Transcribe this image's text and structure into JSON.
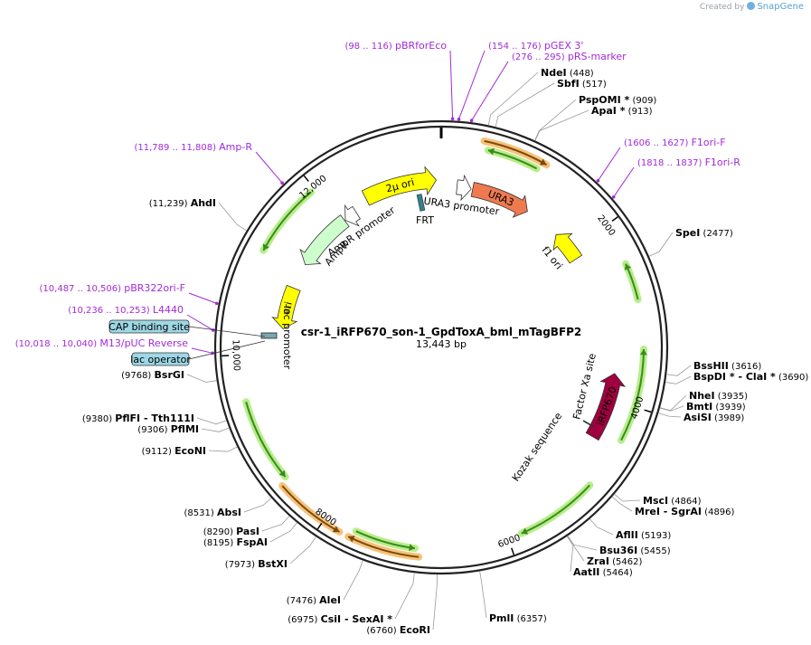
{
  "credit": {
    "prefix": "Created by",
    "brand": "SnapGene"
  },
  "plasmid": {
    "name": "csr-1_iRFP670_son-1_GpdToxA_bml_mTagBFP2",
    "length_text": "13,443 bp",
    "length": 13443
  },
  "ticks": [
    {
      "bp": 2000,
      "label": "2000"
    },
    {
      "bp": 4000,
      "label": "4000"
    },
    {
      "bp": 6000,
      "label": "6000"
    },
    {
      "bp": 8000,
      "label": "8000"
    },
    {
      "bp": 10000,
      "label": "10,000"
    },
    {
      "bp": 12000,
      "label": "12,000"
    }
  ],
  "enzymes": [
    {
      "id": "ndei",
      "names": [
        "NdeI"
      ],
      "pos_text": "(448)",
      "bp": 448,
      "side": "right"
    },
    {
      "id": "sbfi",
      "names": [
        "SbfI"
      ],
      "pos_text": "(517)",
      "bp": 517,
      "side": "right"
    },
    {
      "id": "pspomi",
      "names": [
        "PspOMI *"
      ],
      "pos_text": "(909)",
      "bp": 909,
      "side": "right"
    },
    {
      "id": "apai",
      "names": [
        "ApaI *"
      ],
      "pos_text": "(913)",
      "bp": 913,
      "side": "right"
    },
    {
      "id": "spei",
      "names": [
        "SpeI"
      ],
      "pos_text": "(2477)",
      "bp": 2477,
      "side": "right"
    },
    {
      "id": "bsshii",
      "names": [
        "BssHII"
      ],
      "pos_text": "(3616)",
      "bp": 3616,
      "side": "right"
    },
    {
      "id": "bspdi",
      "names": [
        "BspDI *",
        "ClaI *"
      ],
      "pos_text": "(3690)",
      "bp": 3690,
      "side": "right"
    },
    {
      "id": "nhei",
      "names": [
        "NheI"
      ],
      "pos_text": "(3935)",
      "bp": 3935,
      "side": "right"
    },
    {
      "id": "bmti",
      "names": [
        "BmtI"
      ],
      "pos_text": "(3939)",
      "bp": 3939,
      "side": "right"
    },
    {
      "id": "asisi",
      "names": [
        "AsiSI"
      ],
      "pos_text": "(3989)",
      "bp": 3989,
      "side": "right"
    },
    {
      "id": "msci",
      "names": [
        "MscI"
      ],
      "pos_text": "(4864)",
      "bp": 4864,
      "side": "right"
    },
    {
      "id": "mrei",
      "names": [
        "MreI",
        "SgrAI"
      ],
      "pos_text": "(4896)",
      "bp": 4896,
      "side": "right"
    },
    {
      "id": "aflii",
      "names": [
        "AflII"
      ],
      "pos_text": "(5193)",
      "bp": 5193,
      "side": "right"
    },
    {
      "id": "bsu36i",
      "names": [
        "Bsu36I"
      ],
      "pos_text": "(5455)",
      "bp": 5455,
      "side": "right"
    },
    {
      "id": "zrai",
      "names": [
        "ZraI"
      ],
      "pos_text": "(5462)",
      "bp": 5462,
      "side": "right"
    },
    {
      "id": "aatii",
      "names": [
        "AatII"
      ],
      "pos_text": "(5464)",
      "bp": 5464,
      "side": "right"
    },
    {
      "id": "pmli",
      "names": [
        "PmlI"
      ],
      "pos_text": "(6357)",
      "bp": 6357,
      "side": "right"
    },
    {
      "id": "ecori",
      "names": [
        "EcoRI"
      ],
      "pos_text": "(6760)",
      "bp": 6760,
      "side": "left"
    },
    {
      "id": "csii",
      "names": [
        "CsiI",
        "SexAI *"
      ],
      "pos_text": "(6975)",
      "bp": 6975,
      "side": "left"
    },
    {
      "id": "alei",
      "names": [
        "AleI"
      ],
      "pos_text": "(7476)",
      "bp": 7476,
      "side": "left"
    },
    {
      "id": "bstxi",
      "names": [
        "BstXI"
      ],
      "pos_text": "(7973)",
      "bp": 7973,
      "side": "left"
    },
    {
      "id": "fspai",
      "names": [
        "FspAI"
      ],
      "pos_text": "(8195)",
      "bp": 8195,
      "side": "left"
    },
    {
      "id": "pasi",
      "names": [
        "PasI"
      ],
      "pos_text": "(8290)",
      "bp": 8290,
      "side": "left"
    },
    {
      "id": "absi",
      "names": [
        "AbsI"
      ],
      "pos_text": "(8531)",
      "bp": 8531,
      "side": "left"
    },
    {
      "id": "econi",
      "names": [
        "EcoNI"
      ],
      "pos_text": "(9112)",
      "bp": 9112,
      "side": "left"
    },
    {
      "id": "pflmi",
      "names": [
        "PflMI"
      ],
      "pos_text": "(9306)",
      "bp": 9306,
      "side": "left"
    },
    {
      "id": "pflfi",
      "names": [
        "PflFI",
        "Tth111I"
      ],
      "pos_text": "(9380)",
      "bp": 9380,
      "side": "left"
    },
    {
      "id": "bsrgi",
      "names": [
        "BsrGI"
      ],
      "pos_text": "(9768)",
      "bp": 9768,
      "side": "left"
    },
    {
      "id": "ahdi",
      "names": [
        "AhdI"
      ],
      "pos_text": "(11,239)",
      "bp": 11239,
      "side": "left"
    }
  ],
  "primers": [
    {
      "id": "pbrforeco",
      "name": "pBRforEco",
      "pos_text": "(98 .. 116)",
      "bp": 107
    },
    {
      "id": "pgex3",
      "name": "pGEX 3'",
      "pos_text": "(154 .. 176)",
      "bp": 165
    },
    {
      "id": "prsmarker",
      "name": "pRS-marker",
      "pos_text": "(276 .. 295)",
      "bp": 285
    },
    {
      "id": "f1orif",
      "name": "F1ori-F",
      "pos_text": "(1606 .. 1627)",
      "bp": 1616
    },
    {
      "id": "f1orir",
      "name": "F1ori-R",
      "pos_text": "(1818 .. 1837)",
      "bp": 1827
    },
    {
      "id": "ampr",
      "name": "Amp-R",
      "pos_text": "(11,789 .. 11,808)",
      "bp": 11798
    },
    {
      "id": "pbr322",
      "name": "pBR322ori-F",
      "pos_text": "(10,487 .. 10,506)",
      "bp": 10496
    },
    {
      "id": "l4440",
      "name": "L4440",
      "pos_text": "(10,236 .. 10,253)",
      "bp": 10244
    },
    {
      "id": "m13rev",
      "name": "M13/pUC Reverse",
      "pos_text": "(10,018 .. 10,040)",
      "bp": 10029
    }
  ],
  "box_labels": [
    {
      "id": "cap",
      "label": "CAP binding site"
    },
    {
      "id": "lacop",
      "label": "lac operator"
    }
  ],
  "features": [
    {
      "id": "2mu-ori",
      "label": "2µ ori",
      "start": 12440,
      "end": 13380,
      "dir": 1,
      "color": "#ffff00",
      "label_in": true
    },
    {
      "id": "ura3-promoter",
      "label": "URA3 promoter",
      "start": 210,
      "end": 400,
      "dir": 1,
      "color": "#ffffff",
      "label_in": false
    },
    {
      "id": "ura3",
      "label": "URA3",
      "start": 420,
      "end": 1210,
      "dir": 1,
      "color": "#ef7a4f",
      "label_in": true
    },
    {
      "id": "f1-ori",
      "label": "f1 ori",
      "start": 1700,
      "end": 2120,
      "dir": -1,
      "color": "#ffff00",
      "label_in": false
    },
    {
      "id": "irfp670",
      "label": "iRFP670",
      "start": 3680,
      "end": 4500,
      "dir": -1,
      "color": "#a0003f",
      "label_in": true
    },
    {
      "id": "ori",
      "label": "ori",
      "start": 10330,
      "end": 10900,
      "dir": -1,
      "color": "#ffff00",
      "label_in": true
    },
    {
      "id": "ampr-gene",
      "label": "AmpR",
      "start": 11250,
      "end": 12050,
      "dir": -1,
      "color": "#ccffcc",
      "label_in": false
    },
    {
      "id": "ampr-promoter",
      "label": "AmpR promoter",
      "start": 12060,
      "end": 12240,
      "dir": -1,
      "color": "#ffffff",
      "label_in": false
    }
  ],
  "inner_labels": [
    {
      "id": "frt",
      "label": "FRT"
    },
    {
      "id": "lac-promoter",
      "label": "lac promoter"
    },
    {
      "id": "factor-xa",
      "label": "Factor Xa site"
    },
    {
      "id": "kozak",
      "label": "Kozak sequence"
    }
  ],
  "colors": {
    "backbone": "#222222",
    "orf_fill": "#b7ee8a",
    "orf_stroke": "#3b8a1f",
    "orf_orange_fill": "#f7c27a",
    "orf_orange_stroke": "#7a4a0a",
    "primer": "#a32ad9",
    "box_fill": "#9ed7e5",
    "frt": "#3a7f8c"
  },
  "orfs": [
    {
      "id": "orf-ura3",
      "start": 440,
      "end": 1120,
      "dir": 1,
      "style": "orange"
    },
    {
      "id": "orf-ura3-inner",
      "start": 500,
      "end": 1050,
      "dir": -1,
      "style": "green"
    },
    {
      "id": "orf-f1",
      "start": 2450,
      "end": 2850,
      "dir": -1,
      "style": "green"
    },
    {
      "id": "orf-irfp",
      "start": 3380,
      "end": 4380,
      "dir": -1,
      "style": "green"
    },
    {
      "id": "orf-kozak",
      "start": 4960,
      "end": 5850,
      "dir": 1,
      "style": "green"
    },
    {
      "id": "orf-bottom-out",
      "start": 6950,
      "end": 7700,
      "dir": 1,
      "style": "orange"
    },
    {
      "id": "orf-bottom-in",
      "start": 7000,
      "end": 7650,
      "dir": -1,
      "style": "green"
    },
    {
      "id": "orf-lower-left",
      "start": 7800,
      "end": 8550,
      "dir": -1,
      "style": "orange"
    },
    {
      "id": "orf-left",
      "start": 8600,
      "end": 9500,
      "dir": -1,
      "style": "green"
    },
    {
      "id": "orf-ampr",
      "start": 11150,
      "end": 11950,
      "dir": -1,
      "style": "green"
    }
  ]
}
